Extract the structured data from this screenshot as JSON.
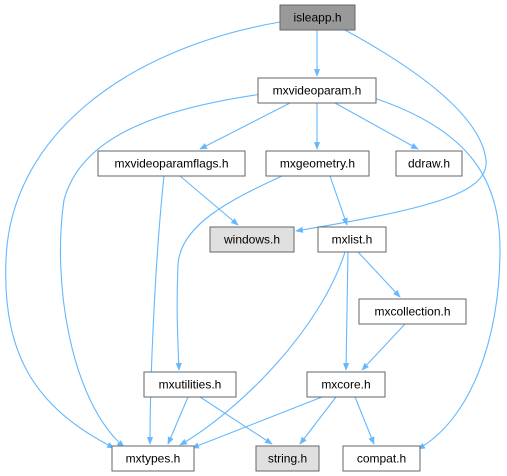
{
  "graph": {
    "nodes": [
      {
        "id": "isleapp",
        "label": "isleapp.h",
        "style": "focus"
      },
      {
        "id": "mxvideoparam",
        "label": "mxvideoparam.h",
        "style": "normal"
      },
      {
        "id": "vpflags",
        "label": "mxvideoparamflags.h",
        "style": "normal"
      },
      {
        "id": "mxgeometry",
        "label": "mxgeometry.h",
        "style": "normal"
      },
      {
        "id": "ddraw",
        "label": "ddraw.h",
        "style": "normal"
      },
      {
        "id": "windows",
        "label": "windows.h",
        "style": "external"
      },
      {
        "id": "mxlist",
        "label": "mxlist.h",
        "style": "normal"
      },
      {
        "id": "mxcollection",
        "label": "mxcollection.h",
        "style": "normal"
      },
      {
        "id": "mxutilities",
        "label": "mxutilities.h",
        "style": "normal"
      },
      {
        "id": "mxcore",
        "label": "mxcore.h",
        "style": "normal"
      },
      {
        "id": "mxtypes",
        "label": "mxtypes.h",
        "style": "normal"
      },
      {
        "id": "string",
        "label": "string.h",
        "style": "external"
      },
      {
        "id": "compat",
        "label": "compat.h",
        "style": "normal"
      }
    ],
    "edges": [
      {
        "from": "isleapp",
        "to": "mxvideoparam"
      },
      {
        "from": "isleapp",
        "to": "windows"
      },
      {
        "from": "isleapp",
        "to": "mxtypes"
      },
      {
        "from": "mxvideoparam",
        "to": "vpflags"
      },
      {
        "from": "mxvideoparam",
        "to": "mxgeometry"
      },
      {
        "from": "mxvideoparam",
        "to": "ddraw"
      },
      {
        "from": "mxvideoparam",
        "to": "mxtypes"
      },
      {
        "from": "mxvideoparam",
        "to": "compat"
      },
      {
        "from": "vpflags",
        "to": "windows"
      },
      {
        "from": "vpflags",
        "to": "mxtypes"
      },
      {
        "from": "mxgeometry",
        "to": "mxlist"
      },
      {
        "from": "mxgeometry",
        "to": "mxutilities"
      },
      {
        "from": "mxlist",
        "to": "mxcollection"
      },
      {
        "from": "mxlist",
        "to": "mxcore"
      },
      {
        "from": "mxlist",
        "to": "mxtypes"
      },
      {
        "from": "mxcollection",
        "to": "mxcore"
      },
      {
        "from": "mxutilities",
        "to": "mxtypes"
      },
      {
        "from": "mxutilities",
        "to": "string"
      },
      {
        "from": "mxcore",
        "to": "mxtypes"
      },
      {
        "from": "mxcore",
        "to": "string"
      },
      {
        "from": "mxcore",
        "to": "compat"
      }
    ],
    "colors": {
      "focus_fill": "#999999",
      "normal_fill": "#ffffff",
      "external_fill": "#e0e0e0",
      "border": "#666666",
      "edge": "#63b8ff"
    }
  }
}
